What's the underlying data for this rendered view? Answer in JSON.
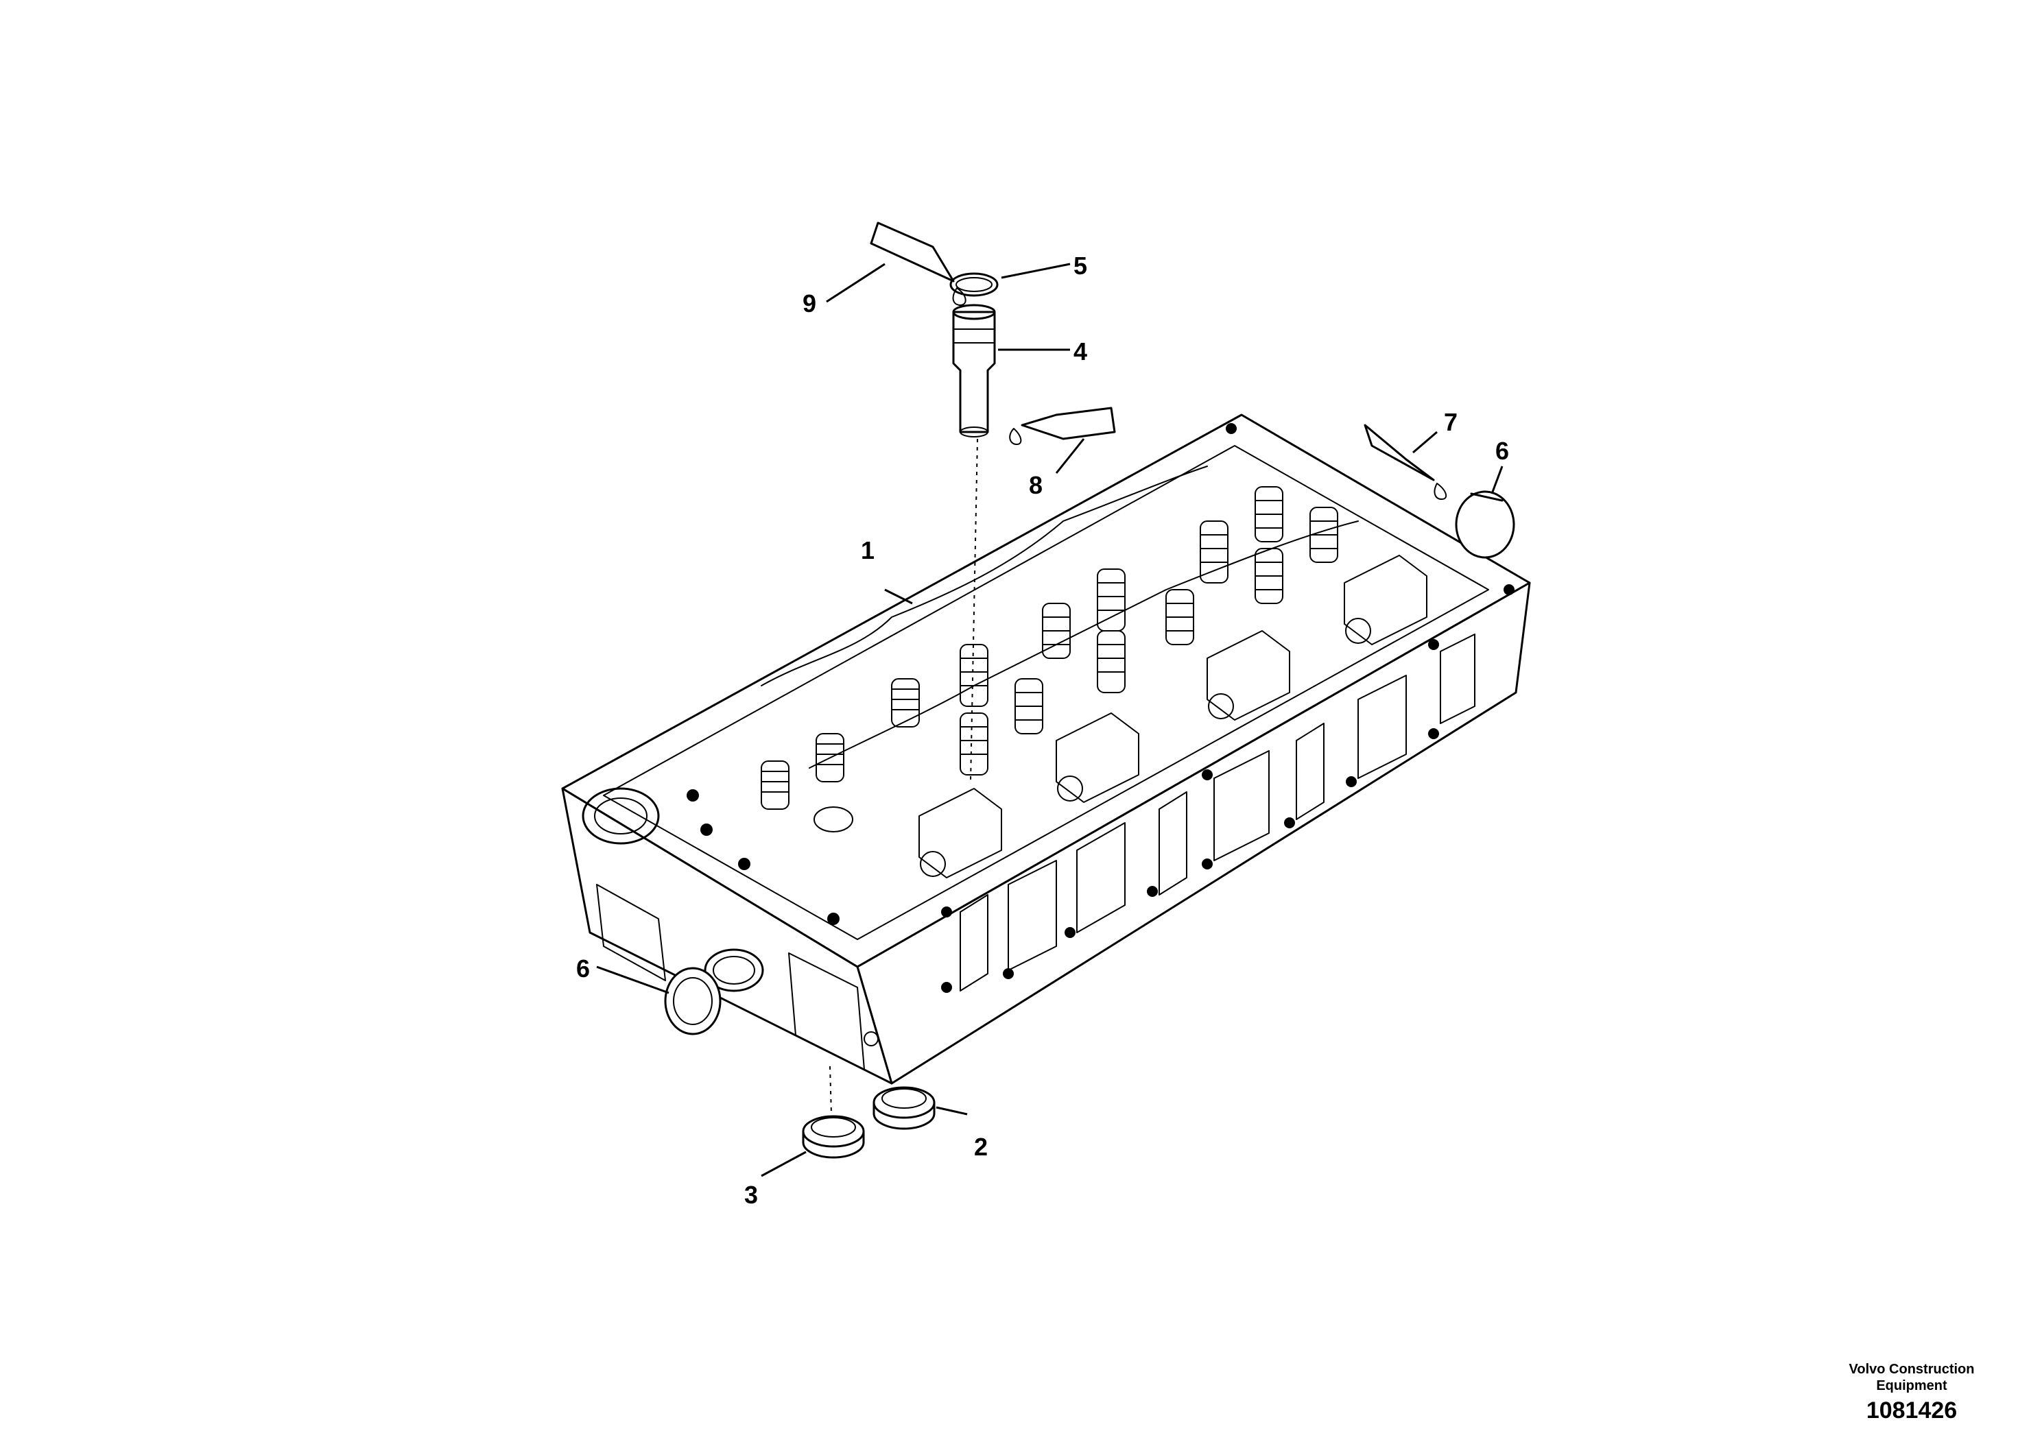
{
  "callouts": {
    "c1": "1",
    "c2": "2",
    "c3": "3",
    "c4": "4",
    "c5": "5",
    "c6a": "6",
    "c6b": "6",
    "c7": "7",
    "c8": "8",
    "c9": "9"
  },
  "footer": {
    "brand_line1": "Volvo Construction",
    "brand_line2": "Equipment",
    "drawing_number": "1081426"
  }
}
